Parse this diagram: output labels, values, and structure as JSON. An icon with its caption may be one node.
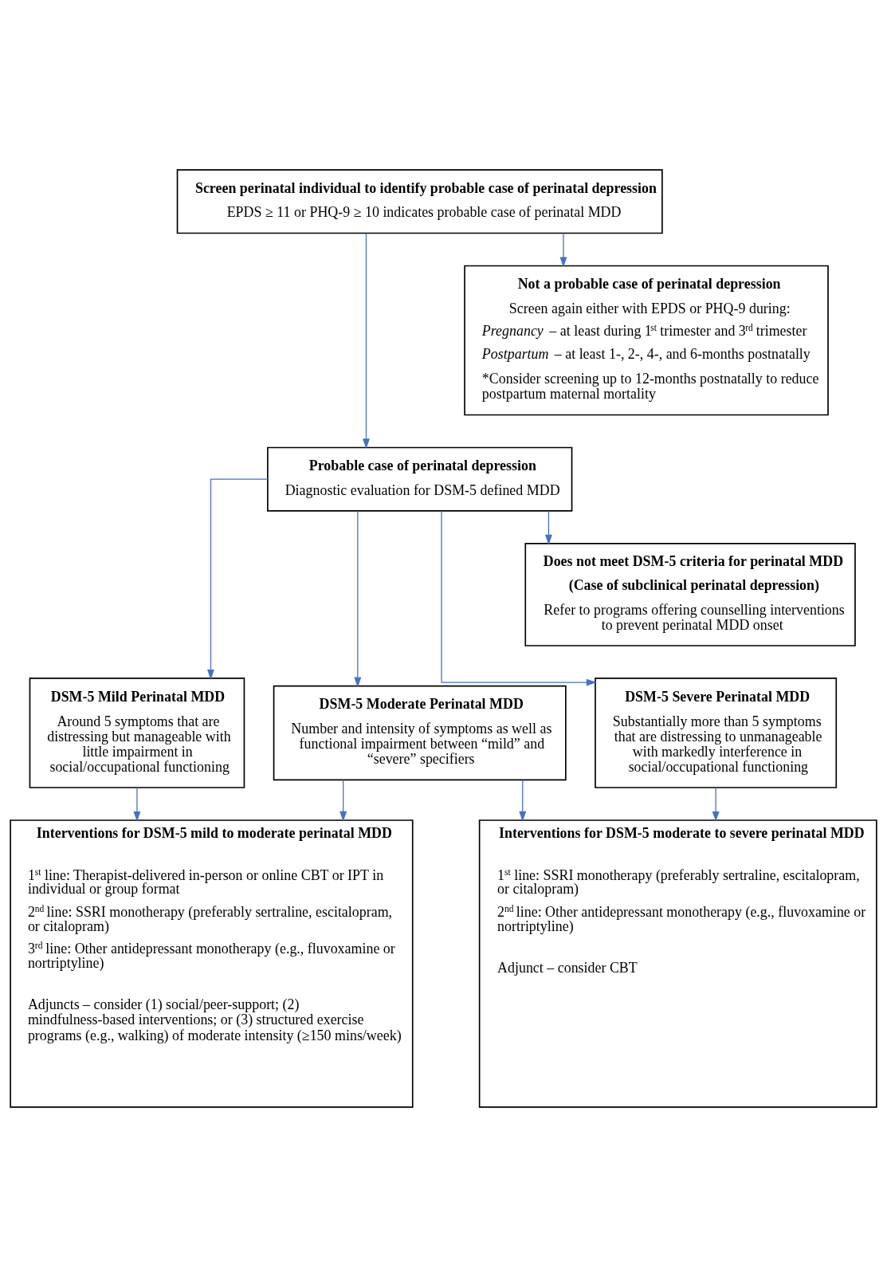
{
  "diagram": {
    "nodes": [
      {
        "text": [
          "Screen perinatal individual to identify probable case of perinatal depression",
          "EPDS ≥ 11 or PHQ-9 ≥ 10 indicates probable case of perinatal MDD"
        ]
      },
      {
        "text": [
          "Not a probable case of perinatal depression",
          "Screen again either with EPDS or PHQ-9 during:",
          "*Pregnancy* – at least during 1$^{st}$ trimester and 3$^{rd}$ trimester",
          "*Postpartum* – at least 1-, 2-, 4-, and 6-months postnatally",
          "*Consider screening up to 12-months postnatally to reduce postpartum maternal mortality"
        ]
      },
      {
        "text": [
          "Probable case of perinatal depression",
          "Diagnostic evaluation for DSM-5 defined MDD"
        ]
      },
      {
        "text": [
          "Does not meet DSM-5 criteria for perinatal MDD",
          "(Case of subclinical perinatal depression)",
          "Refer to programs offering counselling interventions to prevent perinatal MDD onset"
        ]
      },
      {
        "text": [
          "DSM-5 Mild Perinatal MDD",
          "Around 5 symptoms that are distressing but manageable with little impairment in social/occupational functioning"
        ]
      },
      {
        "text": [
          "DSM-5 Moderate Perinatal MDD",
          "Number and intensity of symptoms as well as functional impairment between “mild” and “severe” specifiers"
        ]
      },
      {
        "text": [
          "DSM-5 Severe Perinatal MDD",
          "Substantially more than 5 symptoms that are distressing to unmanageable with markedly interference in social/occupational functioning"
        ]
      },
      {
        "text": [
          "Interventions for DSM-5 mild to moderate perinatal MDD",
          "1$^{st}$ line: Therapist-delivered in-person or online CBT or IPT in individual or group format",
          "2$^{nd}$ line: SSRI monotherapy (preferably sertraline, escitalopram, or citalopram)",
          "3$^{rd}$ line: Other antidepressant monotherapy (e.g., fluvoxamine or nortriptyline)",
          "Adjuncts – consider (1) social/peer-support; (2) mindfulness-based interventions; or (3) structured exercise programs (e.g., walking) of moderate intensity (≥150 mins/week)"
        ]
      },
      {
        "text": [
          "Interventions for DSM-5 moderate to severe perinatal MDD",
          "1$^{st}$ line: SSRI monotherapy (preferably sertraline, escitalopram, or citalopram)",
          "2$^{nd}$ line: Other antidepressant monotherapy (e.g., fluvoxamine or nortriptyline)",
          "Adjunct – consider CBT"
        ]
      }
    ],
    "edges": [
      {
        "from": 0,
        "to": 2,
        "arrow": "to"
      },
      {
        "from": 0,
        "to": 1,
        "arrow": "to"
      },
      {
        "from": 2,
        "to": 4,
        "arrow": "to"
      },
      {
        "from": 2,
        "to": 5,
        "arrow": "to"
      },
      {
        "from": 2,
        "to": 6,
        "arrow": "to"
      },
      {
        "from": 2,
        "to": 3,
        "arrow": "to"
      },
      {
        "from": 4,
        "to": 7,
        "arrow": "to"
      },
      {
        "from": 5,
        "to": 7,
        "arrow": "to"
      },
      {
        "from": 5,
        "to": 8,
        "arrow": "to"
      },
      {
        "from": 6,
        "to": 8,
        "arrow": "to"
      }
    ]
  }
}
